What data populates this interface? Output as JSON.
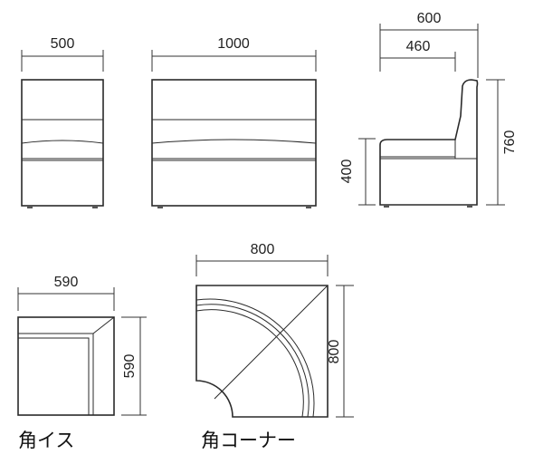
{
  "drawings": {
    "front_single": {
      "width_label": "500"
    },
    "front_double": {
      "width_label": "1000"
    },
    "side": {
      "total_depth_label": "600",
      "seat_depth_label": "460",
      "seat_height_label": "400",
      "total_height_label": "760"
    },
    "corner_chair": {
      "width_label": "590",
      "depth_label": "590",
      "caption": "角イス"
    },
    "corner_unit": {
      "width_label": "800",
      "depth_label": "800",
      "caption": "角コーナー"
    }
  },
  "colors": {
    "line": "#2a2a2a",
    "text": "#111111",
    "background": "#ffffff"
  }
}
